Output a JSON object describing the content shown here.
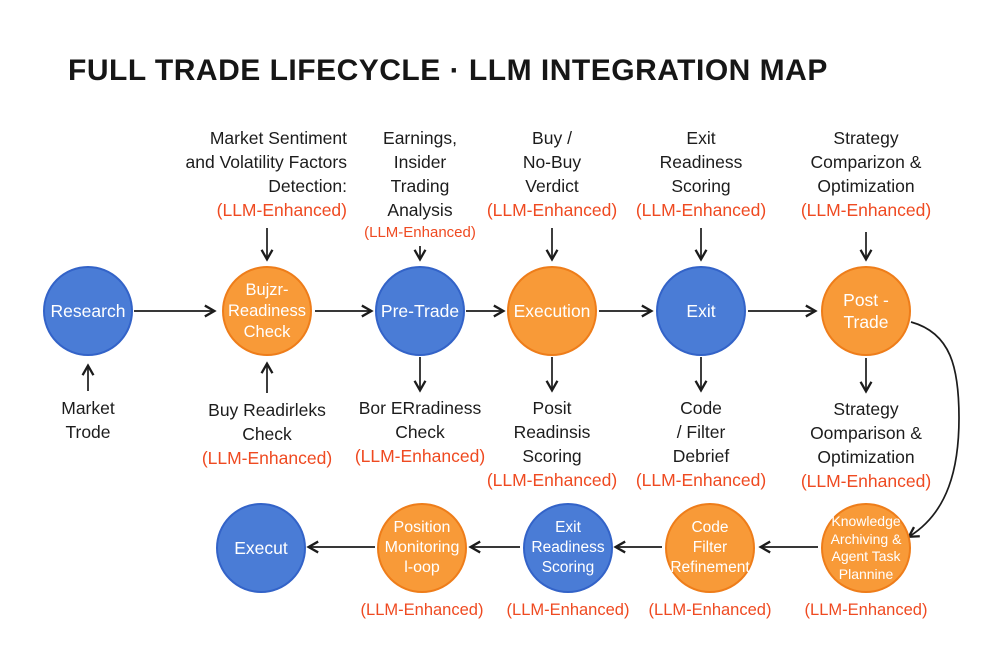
{
  "title": "FULL TRADE LIFECYCLE · LLM INTEGRATION MAP",
  "colors": {
    "node_blue_fill": "#4a7cd6",
    "node_blue_border": "#3363c8",
    "node_orange_fill": "#f89a38",
    "node_orange_border": "#ee7d1a",
    "accent_red": "#ef4a21",
    "ink": "#1c1c1c"
  },
  "top_labels": [
    {
      "lines": [
        "Market Sentiment",
        "and Volatility Factors",
        "Detection:"
      ],
      "tag": "(LLM-Enhanced)"
    },
    {
      "lines": [
        "Earnings,",
        "Insider",
        "Trading",
        "Analysis"
      ],
      "tag": "(LLM-Enhanced)"
    },
    {
      "lines": [
        "Buy /",
        "No-Buy",
        "Verdict"
      ],
      "tag": "(LLM-Enhanced)"
    },
    {
      "lines": [
        "Exit",
        "Readiness",
        "Scoring"
      ],
      "tag": "(LLM-Enhanced)"
    },
    {
      "lines": [
        "Strategy",
        "Comparizon &",
        "Optimization"
      ],
      "tag": "(LLM-Enhanced)"
    }
  ],
  "main_nodes": [
    {
      "lines": [
        "Research"
      ]
    },
    {
      "lines": [
        "Bujzr-",
        "Readiness",
        "Check"
      ]
    },
    {
      "lines": [
        "Pre-Trade"
      ]
    },
    {
      "lines": [
        "Execution"
      ]
    },
    {
      "lines": [
        "Exit"
      ]
    },
    {
      "lines": [
        "Post -",
        "Trade"
      ]
    }
  ],
  "bottom_labels": [
    {
      "lines": [
        "Market",
        "Trode"
      ],
      "tag": ""
    },
    {
      "lines": [
        "Buy Readirleks",
        "Check"
      ],
      "tag": "(LLM-Enhanced)"
    },
    {
      "lines": [
        "Bor ERradiness",
        "Check"
      ],
      "tag": "(LLM-Enhanced)"
    },
    {
      "lines": [
        "Posit",
        "Readinsis",
        "Scoring"
      ],
      "tag": "(LLM-Enhanced)"
    },
    {
      "lines": [
        "Code",
        "/ Filter",
        "Debrief"
      ],
      "tag": "(LLM-Enhanced)"
    },
    {
      "lines": [
        "Strategy",
        "Oomparison &",
        "Optimization"
      ],
      "tag": "(LLM-Enhanced)"
    }
  ],
  "loop_nodes": [
    {
      "lines": [
        "Execut"
      ],
      "tag": ""
    },
    {
      "lines": [
        "Position",
        "Monitoring",
        "l-oop"
      ],
      "tag": "(LLM-Enhanced)"
    },
    {
      "lines": [
        "Exit",
        "Readiness",
        "Scoring"
      ],
      "tag": "(LLM-Enhanced)"
    },
    {
      "lines": [
        "Code",
        "Filter",
        "Refinement"
      ],
      "tag": "(LLM-Enhanced)"
    },
    {
      "lines": [
        "Knowledge",
        "Archiving &",
        "Agent Task",
        "Plannine"
      ],
      "tag": "(LLM-Enhanced)"
    }
  ]
}
